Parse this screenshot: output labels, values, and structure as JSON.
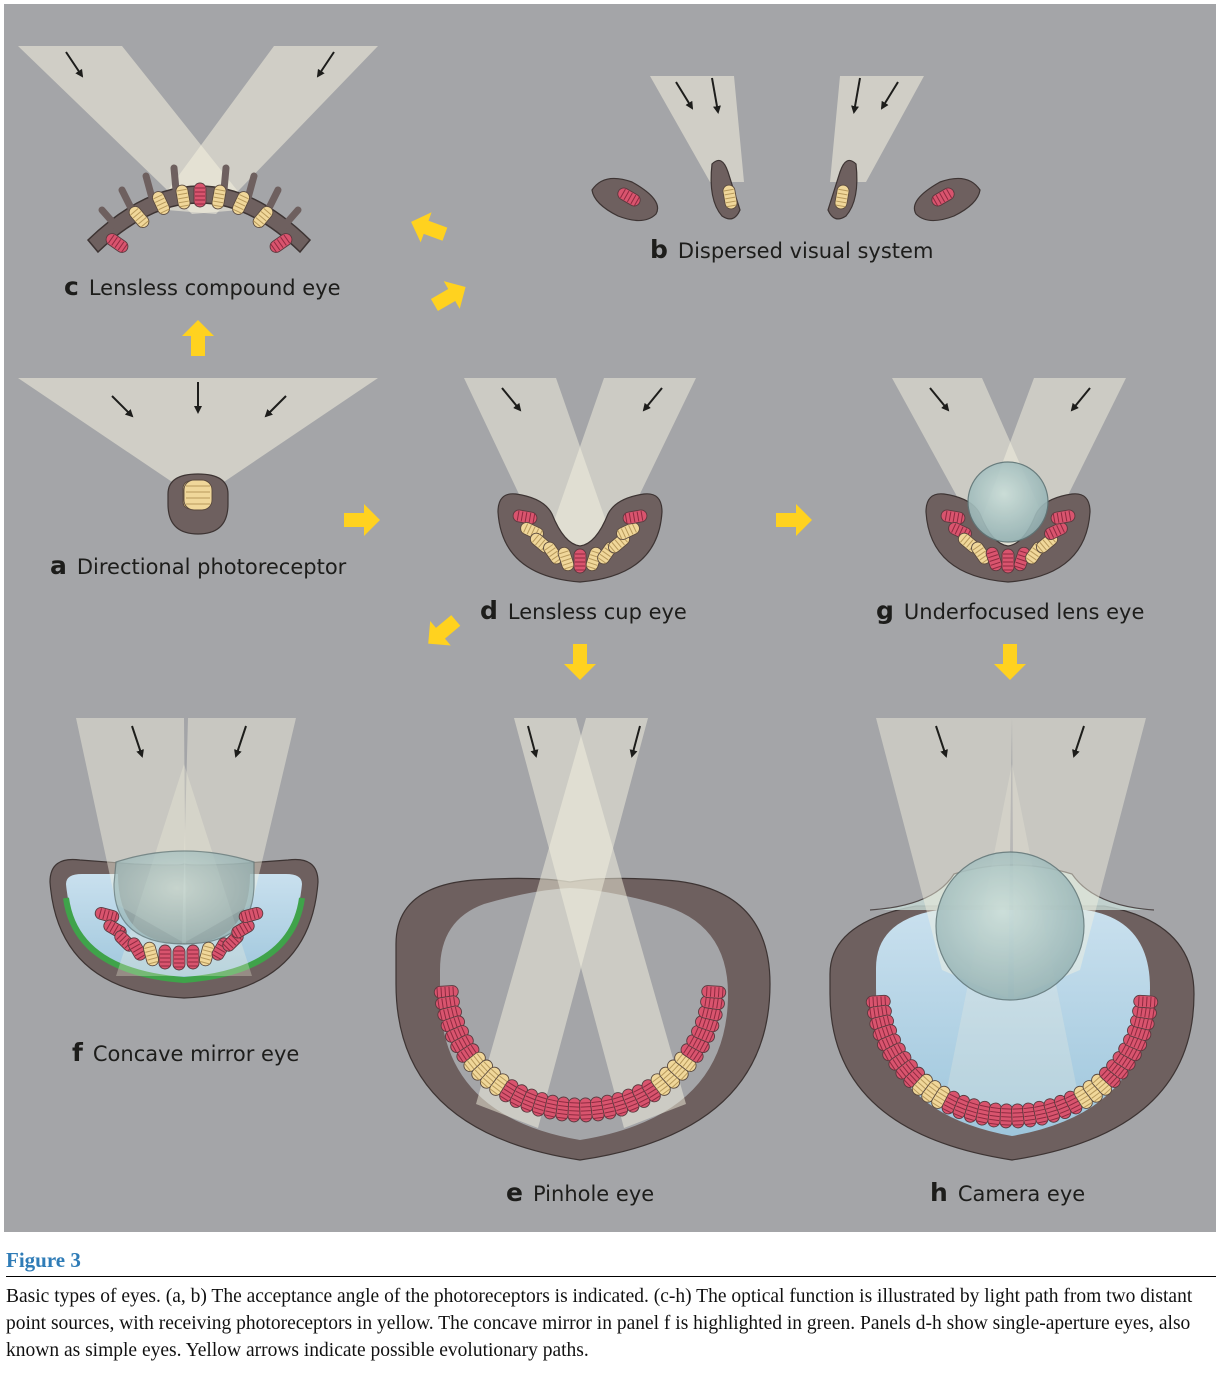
{
  "panels": {
    "a": {
      "letter": "a",
      "title": "Directional photoreceptor"
    },
    "b": {
      "letter": "b",
      "title": "Dispersed visual system"
    },
    "c": {
      "letter": "c",
      "title": "Lensless compound eye"
    },
    "d": {
      "letter": "d",
      "title": "Lensless cup eye"
    },
    "e": {
      "letter": "e",
      "title": "Pinhole eye"
    },
    "f": {
      "letter": "f",
      "title": "Concave mirror eye"
    },
    "g": {
      "letter": "g",
      "title": "Underfocused lens eye"
    },
    "h": {
      "letter": "h",
      "title": "Camera eye"
    }
  },
  "caption": {
    "title": "Figure 3",
    "text": "Basic types of eyes. (a, b) The acceptance angle of the photoreceptors is indicated. (c-h) The optical function is illustrated by light path from two distant point sources, with receiving photoreceptors in yellow. The concave mirror in panel f is highlighted in green. Panels d-h show single-aperture eyes, also known as simple eyes. Yellow arrows indicate possible evolutionary paths."
  },
  "colors": {
    "background": "#a4a5a8",
    "tissue": "#6e605f",
    "receptor_active": "#f0d79a",
    "receptor_inactive": "#d9546e",
    "light_beam": "#f4f1df",
    "mirror": "#3fa34a",
    "evolution_arrow": "#ffd21f",
    "caption_title": "#2f7cb7"
  }
}
